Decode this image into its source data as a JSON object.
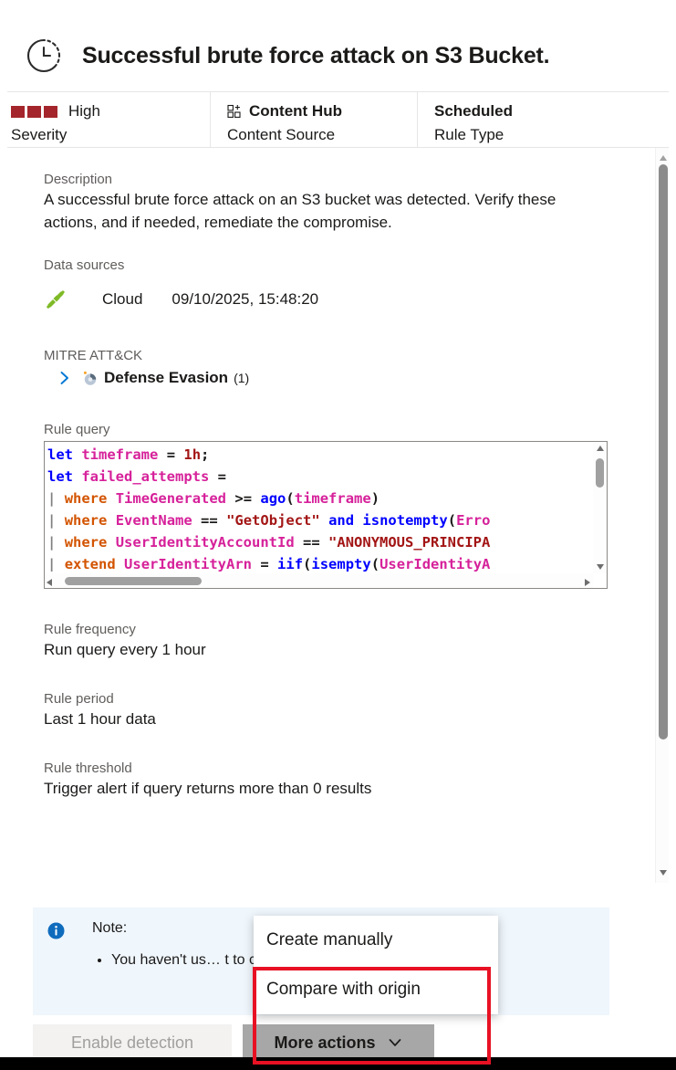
{
  "header": {
    "icon": "scheduled-clock-icon",
    "title": "Successful brute force attack on S3 Bucket."
  },
  "summary": {
    "severity": {
      "value": "High",
      "label": "Severity",
      "color": "#a4262c",
      "bars": 3
    },
    "content_source": {
      "value": "Content Hub",
      "label": "Content Source",
      "icon": "content-hub-icon"
    },
    "rule_type": {
      "value": "Scheduled",
      "label": "Rule Type"
    }
  },
  "details": {
    "description_label": "Description",
    "description_value": "A successful brute force attack on an S3 bucket was detected. Verify these actions, and if needed, remediate the compromise.",
    "data_sources_label": "Data sources",
    "data_source": {
      "icon": "connector-plug-icon",
      "name": "Cloud",
      "timestamp": "09/10/2025, 15:48:20"
    },
    "mitre_label": "MITRE ATT&CK",
    "mitre_item": {
      "name": "Defense Evasion",
      "count": "(1)",
      "chevron": "chevron-right-icon",
      "icon": "mitre-tactic-icon"
    },
    "rule_query_label": "Rule query",
    "rule_query_lines": [
      [
        {
          "t": "let",
          "c": "kw"
        },
        {
          "t": " ",
          "c": "pun"
        },
        {
          "t": "timeframe",
          "c": "id"
        },
        {
          "t": " ",
          "c": "pun"
        },
        {
          "t": "=",
          "c": "pun"
        },
        {
          "t": " ",
          "c": "pun"
        },
        {
          "t": "1h",
          "c": "num"
        },
        {
          "t": ";",
          "c": "pun"
        }
      ],
      [
        {
          "t": "let",
          "c": "kw"
        },
        {
          "t": " ",
          "c": "pun"
        },
        {
          "t": "failed_attempts",
          "c": "id"
        },
        {
          "t": " ",
          "c": "pun"
        },
        {
          "t": "=",
          "c": "pun"
        }
      ],
      [
        {
          "t": "|",
          "c": "pipe"
        },
        {
          "t": " ",
          "c": "pun"
        },
        {
          "t": "where",
          "c": "op"
        },
        {
          "t": " ",
          "c": "pun"
        },
        {
          "t": "TimeGenerated",
          "c": "id"
        },
        {
          "t": " ",
          "c": "pun"
        },
        {
          "t": ">=",
          "c": "pun"
        },
        {
          "t": " ",
          "c": "pun"
        },
        {
          "t": "ago",
          "c": "fn"
        },
        {
          "t": "(",
          "c": "pun"
        },
        {
          "t": "timeframe",
          "c": "id"
        },
        {
          "t": ")",
          "c": "pun"
        }
      ],
      [
        {
          "t": "|",
          "c": "pipe"
        },
        {
          "t": " ",
          "c": "pun"
        },
        {
          "t": "where",
          "c": "op"
        },
        {
          "t": " ",
          "c": "pun"
        },
        {
          "t": "EventName",
          "c": "id"
        },
        {
          "t": " ",
          "c": "pun"
        },
        {
          "t": "==",
          "c": "pun"
        },
        {
          "t": " ",
          "c": "pun"
        },
        {
          "t": "\"GetObject\"",
          "c": "str"
        },
        {
          "t": " ",
          "c": "pun"
        },
        {
          "t": "and",
          "c": "kw"
        },
        {
          "t": " ",
          "c": "pun"
        },
        {
          "t": "isnotempty",
          "c": "fn"
        },
        {
          "t": "(",
          "c": "pun"
        },
        {
          "t": "Erro",
          "c": "id"
        }
      ],
      [
        {
          "t": "|",
          "c": "pipe"
        },
        {
          "t": " ",
          "c": "pun"
        },
        {
          "t": "where",
          "c": "op"
        },
        {
          "t": " ",
          "c": "pun"
        },
        {
          "t": "UserIdentityAccountId",
          "c": "id"
        },
        {
          "t": " ",
          "c": "pun"
        },
        {
          "t": "==",
          "c": "pun"
        },
        {
          "t": " ",
          "c": "pun"
        },
        {
          "t": "\"ANONYMOUS_PRINCIPA",
          "c": "str"
        }
      ],
      [
        {
          "t": "|",
          "c": "pipe"
        },
        {
          "t": " ",
          "c": "pun"
        },
        {
          "t": "extend",
          "c": "op"
        },
        {
          "t": " ",
          "c": "pun"
        },
        {
          "t": "UserIdentityArn",
          "c": "id"
        },
        {
          "t": " ",
          "c": "pun"
        },
        {
          "t": "=",
          "c": "pun"
        },
        {
          "t": " ",
          "c": "pun"
        },
        {
          "t": "iif",
          "c": "fn"
        },
        {
          "t": "(",
          "c": "pun"
        },
        {
          "t": "isempty",
          "c": "fn"
        },
        {
          "t": "(",
          "c": "pun"
        },
        {
          "t": "UserIdentityA",
          "c": "id"
        }
      ]
    ],
    "rule_frequency_label": "Rule frequency",
    "rule_frequency_value": "Run query every 1 hour",
    "rule_period_label": "Rule period",
    "rule_period_value": "Last 1 hour data",
    "rule_threshold_label": "Rule threshold",
    "rule_threshold_value": "Trigger alert if query returns more than 0 results"
  },
  "note": {
    "icon": "info-icon",
    "title": "Note:",
    "bullets": [
      "You haven't us… t to create analytics rules."
    ]
  },
  "actions": {
    "enable_detection": "Enable detection",
    "more_actions": "More actions",
    "more_actions_chevron": "chevron-down-icon",
    "menu": [
      "Create manually",
      "Compare with origin"
    ],
    "highlight_color": "#e81123"
  }
}
